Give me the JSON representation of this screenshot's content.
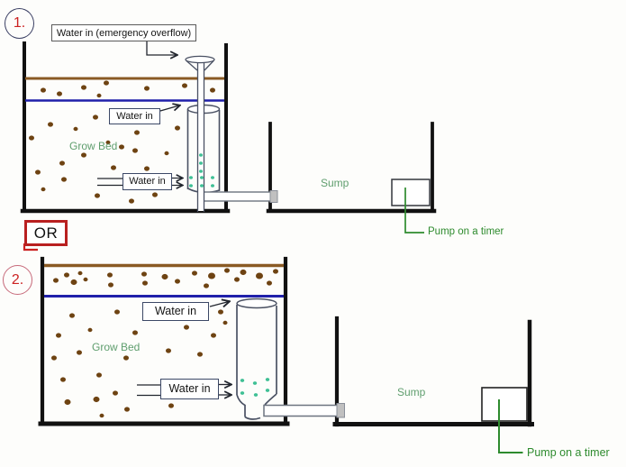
{
  "colors": {
    "tank_outline": "#111111",
    "media_line_brown": "#8a5a24",
    "water_line_blue": "#2020aa",
    "media_dot_brown": "#6e4312",
    "water_dot_teal": "#3fc095",
    "diagram_green": "#5f9e6e",
    "pump_green": "#2e8b2e",
    "accent_red": "#cc2222",
    "pipe_gray": "#c0c0c0"
  },
  "or_label": "OR",
  "diagram1": {
    "number": "1.",
    "overflow_label": "Water in (emergency overflow)",
    "water_in_top": "Water in",
    "water_in_bottom": "Water in",
    "grow_bed": "Grow Bed",
    "sump": "Sump",
    "pump": "Pump on a timer",
    "media_dots_top": [
      [
        48,
        100,
        3
      ],
      [
        66,
        104,
        3
      ],
      [
        93,
        97,
        3
      ],
      [
        110,
        106,
        2.5
      ],
      [
        118,
        92,
        3
      ],
      [
        163,
        98,
        3
      ],
      [
        205,
        95,
        3
      ],
      [
        236,
        100,
        3
      ]
    ],
    "media_dots": [
      [
        35,
        153,
        3
      ],
      [
        56,
        138,
        3
      ],
      [
        69,
        181,
        3
      ],
      [
        42,
        191,
        3
      ],
      [
        71,
        199,
        3
      ],
      [
        135,
        163,
        3
      ],
      [
        106,
        130,
        3
      ],
      [
        93,
        172,
        3
      ],
      [
        126,
        186,
        3
      ],
      [
        108,
        217,
        3
      ],
      [
        146,
        223,
        3
      ],
      [
        172,
        216,
        3
      ],
      [
        152,
        147,
        3
      ],
      [
        150,
        167,
        3
      ],
      [
        197,
        142,
        3
      ],
      [
        163,
        187,
        3
      ],
      [
        84,
        143,
        2.5
      ],
      [
        120,
        158,
        2.5
      ],
      [
        48,
        210,
        2.5
      ],
      [
        185,
        170,
        2.5
      ]
    ],
    "water_dots": [
      [
        223,
        172,
        2
      ],
      [
        223,
        181,
        2
      ],
      [
        223,
        190,
        2
      ],
      [
        212,
        197,
        2
      ],
      [
        224,
        197,
        2
      ],
      [
        236,
        197,
        2
      ],
      [
        212,
        206,
        2
      ],
      [
        224,
        206,
        2
      ],
      [
        236,
        206,
        2
      ]
    ]
  },
  "diagram2": {
    "number": "2.",
    "water_in_top": "Water in",
    "water_in_bottom": "Water in",
    "grow_bed": "Grow Bed",
    "sump": "Sump",
    "pump": "Pump on a timer",
    "media_dots_top": [
      [
        62,
        311,
        3
      ],
      [
        74,
        305,
        3
      ],
      [
        82,
        313,
        3.5
      ],
      [
        89,
        303,
        2.5
      ],
      [
        95,
        310,
        2.5
      ],
      [
        122,
        305,
        3
      ],
      [
        123,
        316,
        3
      ],
      [
        160,
        304,
        3
      ],
      [
        161,
        314,
        3
      ],
      [
        183,
        307,
        3.5
      ],
      [
        197,
        312,
        3
      ],
      [
        216,
        303,
        3
      ],
      [
        229,
        317,
        3
      ],
      [
        235,
        306,
        4
      ],
      [
        252,
        300,
        3
      ],
      [
        263,
        310,
        3
      ],
      [
        270,
        302,
        3.5
      ],
      [
        288,
        306,
        4
      ],
      [
        299,
        314,
        3
      ],
      [
        306,
        301,
        3
      ]
    ],
    "media_dots": [
      [
        80,
        350,
        3
      ],
      [
        130,
        346,
        3
      ],
      [
        245,
        346,
        3
      ],
      [
        65,
        372,
        3
      ],
      [
        100,
        366,
        2.5
      ],
      [
        150,
        369,
        3
      ],
      [
        207,
        363,
        3
      ],
      [
        237,
        372,
        3
      ],
      [
        60,
        397,
        3
      ],
      [
        88,
        391,
        3
      ],
      [
        140,
        397,
        3
      ],
      [
        187,
        389,
        3
      ],
      [
        222,
        393,
        3
      ],
      [
        70,
        421,
        3
      ],
      [
        110,
        416,
        3
      ],
      [
        75,
        446,
        3.5
      ],
      [
        107,
        443,
        3.5
      ],
      [
        128,
        436,
        3
      ],
      [
        141,
        454,
        3
      ],
      [
        190,
        450,
        3
      ],
      [
        113,
        461,
        2.5
      ],
      [
        250,
        358,
        2.5
      ]
    ],
    "water_dots": [
      [
        269,
        422,
        2.2
      ],
      [
        283,
        425,
        2.2
      ],
      [
        297,
        421,
        2.2
      ],
      [
        269,
        436,
        2.2
      ],
      [
        284,
        438,
        2.2
      ],
      [
        297,
        433,
        2.2
      ]
    ]
  }
}
